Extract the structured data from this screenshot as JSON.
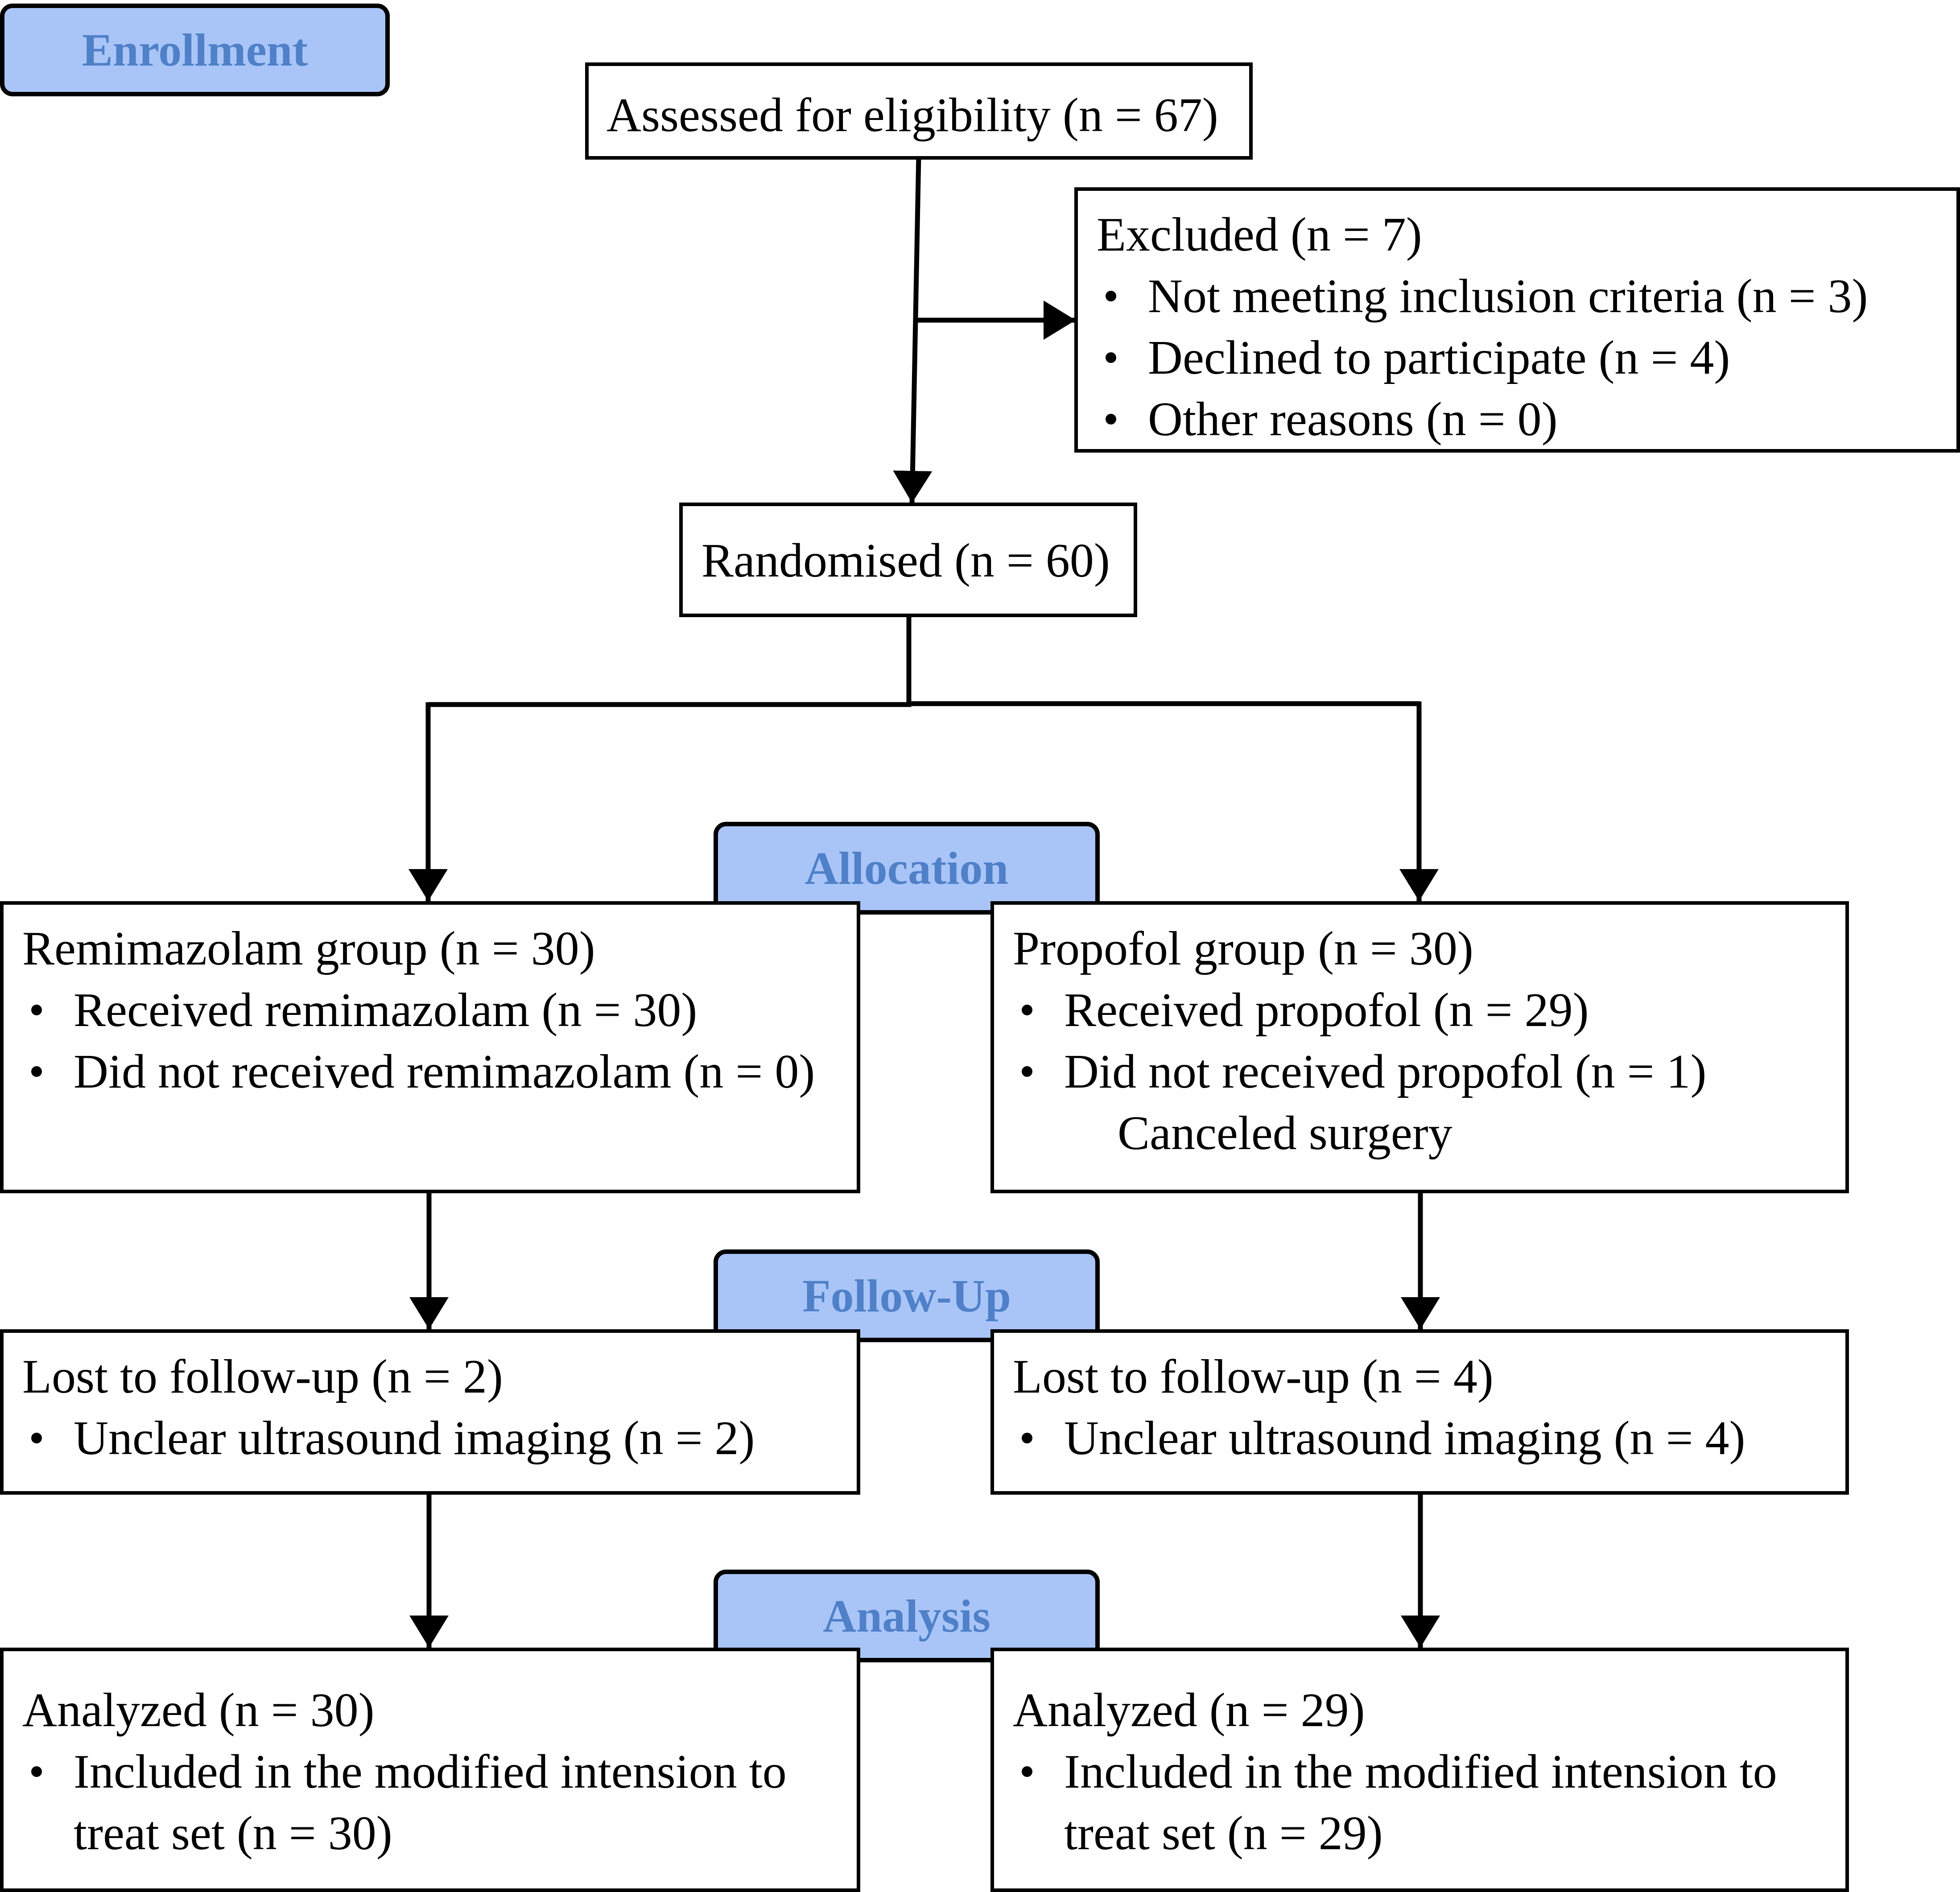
{
  "stages": {
    "enrollment": "Enrollment",
    "allocation": "Allocation",
    "follow_up": "Follow-Up",
    "analysis": "Analysis"
  },
  "assessed": "Assessed for eligibility (n = 67)",
  "excluded": {
    "title": "Excluded (n = 7)",
    "items": [
      "Not meeting inclusion criteria (n = 3)",
      "Declined to participate (n = 4)",
      "Other reasons (n = 0)"
    ]
  },
  "randomised": "Randomised (n = 60)",
  "allocation": {
    "remimazolam": {
      "title": "Remimazolam group (n = 30)",
      "items": [
        "Received remimazolam (n = 30)",
        "Did not received remimazolam (n = 0)"
      ]
    },
    "propofol": {
      "title": "Propofol group (n = 30)",
      "items": [
        "Received propofol (n = 29)",
        "Did not received propofol (n = 1)"
      ],
      "note": "Canceled surgery"
    }
  },
  "follow_up": {
    "remimazolam": {
      "title": "Lost to follow-up (n = 2)",
      "items": [
        "Unclear ultrasound imaging (n = 2)"
      ]
    },
    "propofol": {
      "title": "Lost to follow-up (n = 4)",
      "items": [
        "Unclear ultrasound imaging (n = 4)"
      ]
    }
  },
  "analysis": {
    "remimazolam": {
      "title": "Analyzed (n = 30)",
      "items": [
        "Included in the modified intension to treat set (n = 30)"
      ]
    },
    "propofol": {
      "title": "Analyzed (n = 29)",
      "items": [
        "Included in the modified intension to treat set (n = 29)"
      ]
    }
  }
}
